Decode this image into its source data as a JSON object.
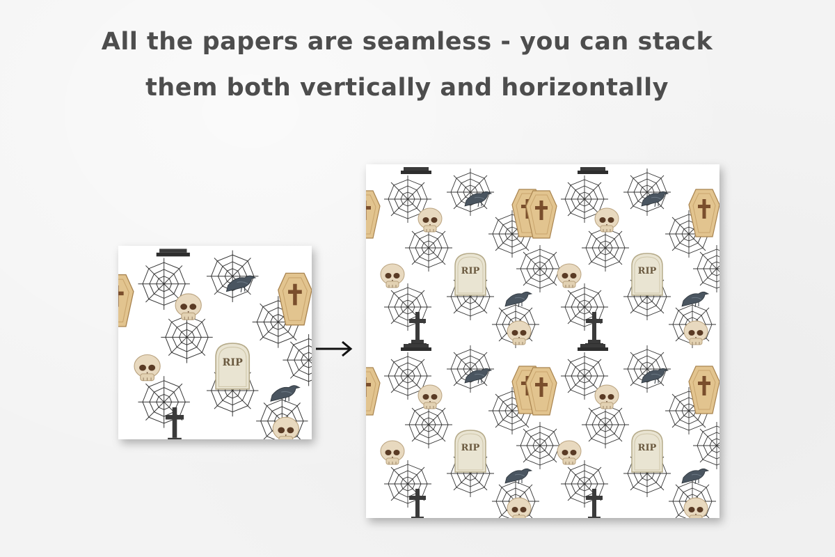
{
  "headline": {
    "line1": "All the papers are seamless - you can stack",
    "line2": "them both vertically and horizontally"
  },
  "tile": {
    "tombstone_text": "RIP"
  },
  "colors": {
    "text": "#4d4d4d",
    "background": "#f3f3f3",
    "tile_background": "#ffffff",
    "web": "#333333",
    "skull": "#e8d9bf",
    "coffin": "#e2c48f",
    "tombstone": "#e9e4d2",
    "cross": "#3a3a3a",
    "crow": "#4a5560"
  },
  "icons": {
    "arrow": "arrow-right-icon"
  }
}
